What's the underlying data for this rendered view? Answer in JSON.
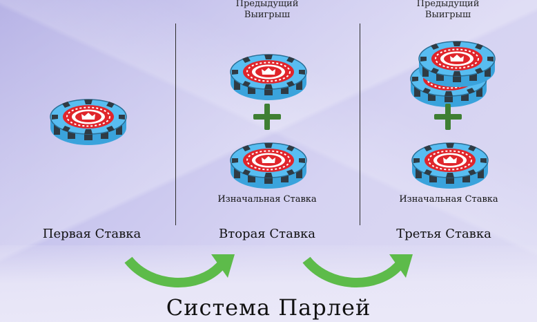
{
  "stages": [
    {
      "label": "Первая Ставка"
    },
    {
      "label": "Вторая Ставка",
      "top_label_line1": "Предыдущий",
      "top_label_line2": "Выигрыш",
      "bottom_label": "Изначальная Ставка"
    },
    {
      "label": "Третья Ставка",
      "top_label_line1": "Предыдущий",
      "top_label_line2": "Выигрыш",
      "bottom_label": "Изначальная Ставка"
    }
  ],
  "title": "Система Парлей",
  "colors": {
    "chip_blue": "#4fb6ee",
    "chip_dark": "#2f3b44",
    "chip_red": "#e0252b",
    "plus_green": "#3f7f33",
    "arrow_green": "#5dbb4a"
  },
  "icons": [
    "poker-chip-icon",
    "plus-icon",
    "curved-arrow-icon"
  ]
}
